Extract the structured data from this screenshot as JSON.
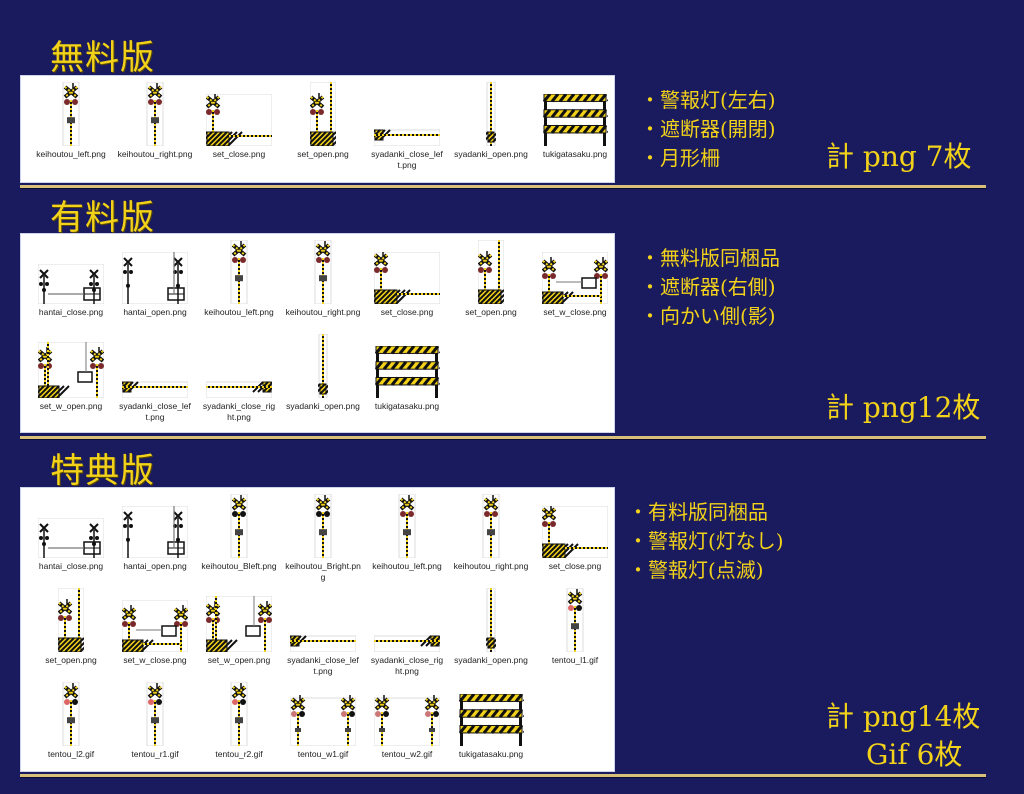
{
  "sections": [
    {
      "title": "無料版",
      "notes": [
        "・警報灯(左右)",
        "・遮断器(開閉)",
        "・月形柵"
      ],
      "total_lines": [
        "計 png 7枚"
      ],
      "files": [
        {
          "name": "keihoutou_left.png",
          "icon": "crossing-signal-icon"
        },
        {
          "name": "keihoutou_right.png",
          "icon": "crossing-signal-icon"
        },
        {
          "name": "set_close.png",
          "icon": "crossing-set-closed-icon"
        },
        {
          "name": "set_open.png",
          "icon": "crossing-set-open-icon"
        },
        {
          "name": "syadanki_close_left.png",
          "icon": "barrier-closed-left-icon"
        },
        {
          "name": "syadanki_open.png",
          "icon": "barrier-open-icon"
        },
        {
          "name": "tukigatasaku.png",
          "icon": "striped-fence-icon"
        }
      ]
    },
    {
      "title": "有料版",
      "notes": [
        "・無料版同梱品",
        "・遮断器(右側)",
        "・向かい側(影)"
      ],
      "total_lines": [
        "計 png12枚"
      ],
      "files": [
        {
          "name": "hantai_close.png",
          "icon": "opposite-side-closed-icon"
        },
        {
          "name": "hantai_open.png",
          "icon": "opposite-side-open-icon"
        },
        {
          "name": "keihoutou_left.png",
          "icon": "crossing-signal-icon"
        },
        {
          "name": "keihoutou_right.png",
          "icon": "crossing-signal-icon"
        },
        {
          "name": "set_close.png",
          "icon": "crossing-set-closed-icon"
        },
        {
          "name": "set_open.png",
          "icon": "crossing-set-open-icon"
        },
        {
          "name": "set_w_close.png",
          "icon": "crossing-set-w-closed-icon"
        },
        {
          "name": "set_w_open.png",
          "icon": "crossing-set-w-open-icon"
        },
        {
          "name": "syadanki_close_left.png",
          "icon": "barrier-closed-left-icon"
        },
        {
          "name": "syadanki_close_right.png",
          "icon": "barrier-closed-right-icon"
        },
        {
          "name": "syadanki_open.png",
          "icon": "barrier-open-icon"
        },
        {
          "name": "tukigatasaku.png",
          "icon": "striped-fence-icon"
        }
      ]
    },
    {
      "title": "特典版",
      "notes": [
        "・有料版同梱品",
        "・警報灯(灯なし)",
        "・警報灯(点滅)"
      ],
      "total_lines": [
        "計 png14枚",
        "Gif 6枚"
      ],
      "files": [
        {
          "name": "hantai_close.png",
          "icon": "opposite-side-closed-icon"
        },
        {
          "name": "hantai_open.png",
          "icon": "opposite-side-open-icon"
        },
        {
          "name": "keihoutou_Bleft.png",
          "icon": "crossing-signal-unlit-icon"
        },
        {
          "name": "keihoutou_Bright.png",
          "icon": "crossing-signal-unlit-icon"
        },
        {
          "name": "keihoutou_left.png",
          "icon": "crossing-signal-icon"
        },
        {
          "name": "keihoutou_right.png",
          "icon": "crossing-signal-icon"
        },
        {
          "name": "set_close.png",
          "icon": "crossing-set-closed-icon"
        },
        {
          "name": "set_open.png",
          "icon": "crossing-set-open-icon"
        },
        {
          "name": "set_w_close.png",
          "icon": "crossing-set-w-closed-icon"
        },
        {
          "name": "set_w_open.png",
          "icon": "crossing-set-w-open-icon"
        },
        {
          "name": "syadanki_close_left.png",
          "icon": "barrier-closed-left-icon"
        },
        {
          "name": "syadanki_close_right.png",
          "icon": "barrier-closed-right-icon"
        },
        {
          "name": "syadanki_open.png",
          "icon": "barrier-open-icon"
        },
        {
          "name": "tentou_l1.gif",
          "icon": "crossing-signal-blink-icon"
        },
        {
          "name": "tentou_l2.gif",
          "icon": "crossing-signal-blink-icon"
        },
        {
          "name": "tentou_r1.gif",
          "icon": "crossing-signal-blink-icon"
        },
        {
          "name": "tentou_r2.gif",
          "icon": "crossing-signal-blink-icon"
        },
        {
          "name": "tentou_w1.gif",
          "icon": "crossing-pair-blink-icon"
        },
        {
          "name": "tentou_w2.gif",
          "icon": "crossing-pair-blink-icon"
        },
        {
          "name": "tukigatasaku.png",
          "icon": "striped-fence-icon"
        }
      ]
    }
  ],
  "colors": {
    "background": "#1a1a5e",
    "text_gold": "#f2d21a",
    "divider": "#d9c07a",
    "hazard_yellow": "#f2d21a",
    "hazard_black": "#111111",
    "lamp_red": "#7a2a2a"
  }
}
